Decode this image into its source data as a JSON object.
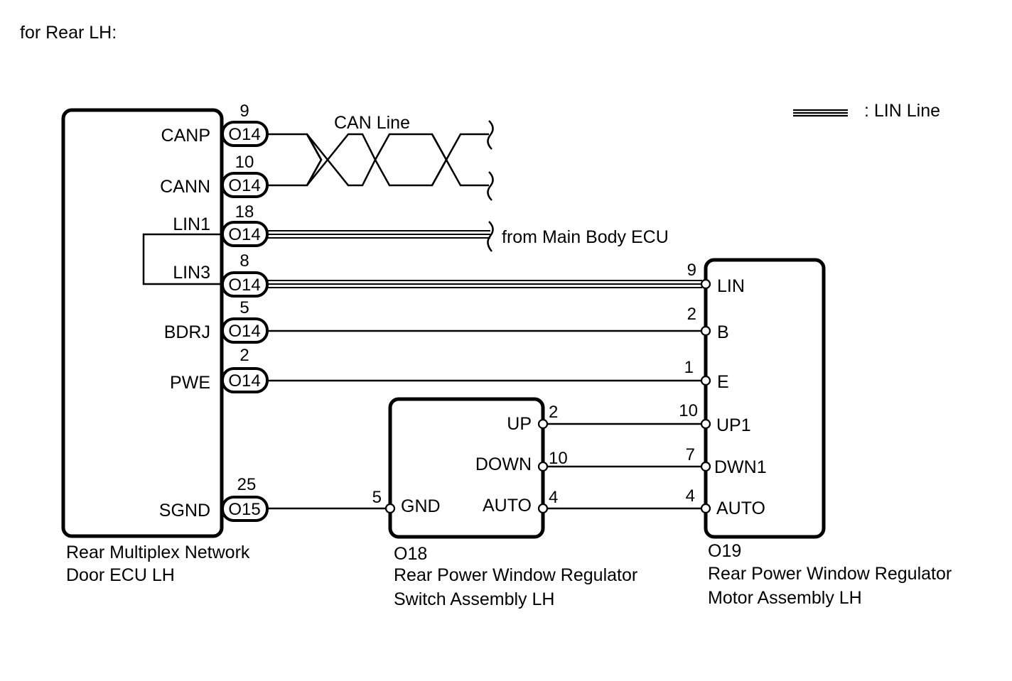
{
  "title": "for Rear LH:",
  "legend": {
    "label": ": LIN Line"
  },
  "can_label": "CAN Line",
  "from_label": "from Main Body ECU",
  "ecu": {
    "name_line1": "Rear Multiplex Network",
    "name_line2": "Door ECU LH",
    "terminals": [
      {
        "name": "CANP",
        "pin": "9",
        "connector": "O14"
      },
      {
        "name": "CANN",
        "pin": "10",
        "connector": "O14"
      },
      {
        "name": "LIN1",
        "pin": "18",
        "connector": "O14"
      },
      {
        "name": "LIN3",
        "pin": "8",
        "connector": "O14"
      },
      {
        "name": "BDRJ",
        "pin": "5",
        "connector": "O14"
      },
      {
        "name": "PWE",
        "pin": "2",
        "connector": "O14"
      },
      {
        "name": "SGND",
        "pin": "25",
        "connector": "O15"
      }
    ]
  },
  "switch": {
    "code": "O18",
    "name_line1": "Rear Power Window Regulator",
    "name_line2": "Switch Assembly LH",
    "gnd": {
      "name": "GND",
      "pin": "5"
    },
    "terminals": [
      {
        "name": "UP",
        "pin": "2"
      },
      {
        "name": "DOWN",
        "pin": "10"
      },
      {
        "name": "AUTO",
        "pin": "4"
      }
    ]
  },
  "motor": {
    "code": "O19",
    "name_line1": "Rear Power Window Regulator",
    "name_line2": "Motor Assembly LH",
    "terminals": [
      {
        "name": "LIN",
        "pin": "9"
      },
      {
        "name": "B",
        "pin": "2"
      },
      {
        "name": "E",
        "pin": "1"
      },
      {
        "name": "UP1",
        "pin": "10"
      },
      {
        "name": "DWN1",
        "pin": "7"
      },
      {
        "name": "AUTO",
        "pin": "4"
      }
    ]
  }
}
